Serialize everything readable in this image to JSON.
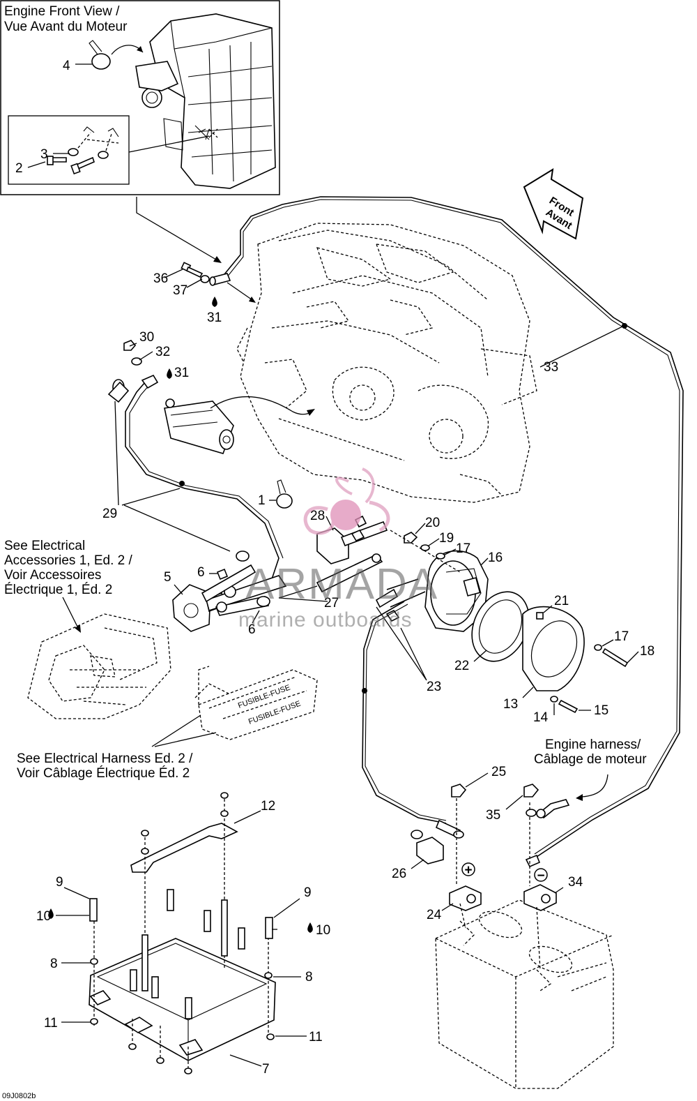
{
  "inset": {
    "title_line1": "Engine Front View /",
    "title_line2": "Vue Avant du Moteur"
  },
  "direction_label": {
    "line1": "Front",
    "line2": "Avant"
  },
  "notes": {
    "accessories": [
      "See Electrical",
      "Accessories 1, Ed. 2 /",
      "Voir Accessoires",
      "Électrique 1, Éd. 2"
    ],
    "harness": [
      "See Electrical Harness Ed. 2 /",
      "Voir Câblage Électrique Éd. 2"
    ],
    "engine_harness": [
      "Engine harness/",
      "Câblage de moteur"
    ]
  },
  "fuse_labels": [
    "FUSIBLE-FUSE",
    "FUSIBLE-FUSE"
  ],
  "watermark": {
    "title": "ARMADA",
    "subtitle": "marine outboards"
  },
  "figure_code": "09J0802b",
  "terminal_signs": {
    "positive": "+",
    "negative": "−"
  },
  "callouts": {
    "c1": "1",
    "c2": "2",
    "c3": "3",
    "c4": "4",
    "c5": "5",
    "c6a": "6",
    "c6b": "6",
    "c7": "7",
    "c8a": "8",
    "c8b": "8",
    "c9a": "9",
    "c9b": "9",
    "c10a": "10",
    "c10b": "10",
    "c11a": "11",
    "c11b": "11",
    "c12": "12",
    "c13": "13",
    "c14": "14",
    "c15": "15",
    "c16": "16",
    "c17a": "17",
    "c17b": "17",
    "c18": "18",
    "c19": "19",
    "c20": "20",
    "c21": "21",
    "c22": "22",
    "c23": "23",
    "c24": "24",
    "c25": "25",
    "c26": "26",
    "c27": "27",
    "c28": "28",
    "c29": "29",
    "c30": "30",
    "c31a": "31",
    "c31b": "31",
    "c32": "32",
    "c33": "33",
    "c34": "34",
    "c35": "35",
    "c36": "36",
    "c37": "37"
  },
  "colors": {
    "line": "#000000",
    "watermark_text": "#5a5a5a",
    "watermark_logo": "#e0a0c0"
  }
}
